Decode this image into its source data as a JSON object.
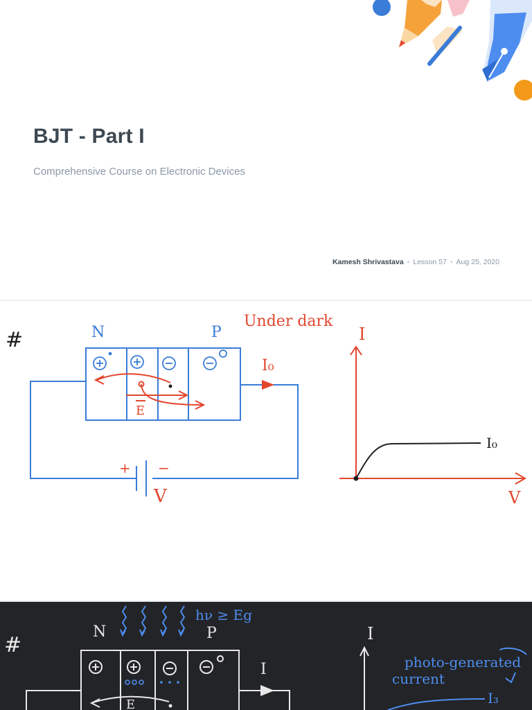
{
  "cover": {
    "title": "BJT - Part I",
    "subtitle": "Comprehensive Course on Electronic Devices",
    "author": "Kamesh Shrivastava",
    "lesson": "Lesson 57",
    "date": "Aug 25, 2020",
    "separator": "•"
  },
  "slide2": {
    "hash": "#",
    "region_n": "N",
    "region_p": "P",
    "note": "Under dark",
    "current_label": "I₀",
    "field_label": "E",
    "voltage_label": "V",
    "plus": "+",
    "minus": "−",
    "graph_y_label": "I",
    "graph_x_label": "V",
    "curve_label": "I₀"
  },
  "slide3": {
    "hash": "#",
    "region_n": "N",
    "region_p": "P",
    "photon_label": "hν ≥ Eg",
    "current_label": "I",
    "field_label": "E",
    "graph_y_label": "I",
    "note_line1": "photo-generated",
    "note_line2": "current",
    "curve_label": "I₃"
  },
  "colors": {
    "ink_blue": "#3a7cd8",
    "ink_red": "#e3462e",
    "ink_black": "#1f1f1f",
    "title": "#3c4852",
    "muted": "#8a98a6",
    "dark_bg": "#232427"
  }
}
